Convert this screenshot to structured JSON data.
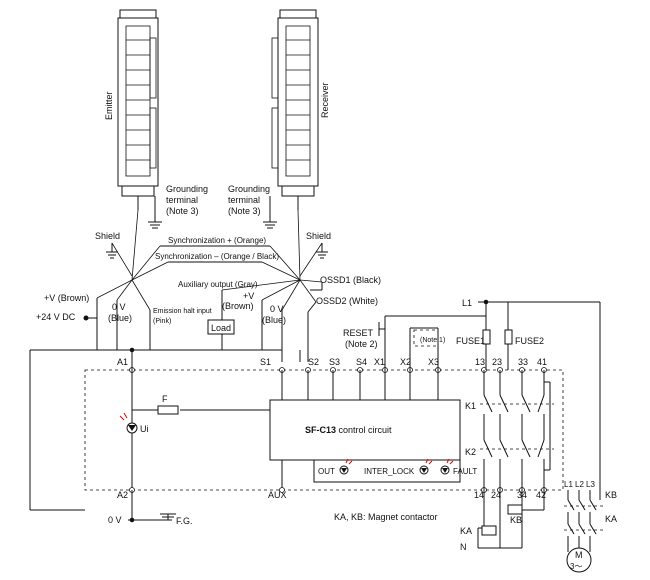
{
  "devices": {
    "emitter": "Emitter",
    "receiver": "Receiver"
  },
  "grounding": {
    "left_line1": "Grounding",
    "left_line2": "terminal",
    "left_line3": "(Note 3)",
    "right_line1": "Grounding",
    "right_line2": "terminal",
    "right_line3": "(Note 3)"
  },
  "shields": {
    "left": "Shield",
    "right": "Shield"
  },
  "cables": {
    "sync_plus": "Synchronization + (Orange)",
    "sync_minus": "Synchronization – (Orange / Black)",
    "aux_output": "Auxiliary output (Gray)",
    "ossd1": "OSSD1 (Black)",
    "ossd2": "OSSD2 (White)",
    "plus_v_brown_left": "+V (Brown)",
    "plus_v_brown_right_1": "+V",
    "plus_v_brown_right_2": "(Brown)",
    "zero_v_blue_left_1": "0 V",
    "zero_v_blue_left_2": "(Blue)",
    "zero_v_blue_right_1": "0 V",
    "zero_v_blue_right_2": "(Blue)",
    "emission_halt_1": "Emission halt input",
    "emission_halt_2": "(Pink)",
    "load": "Load",
    "supply": "+24 V DC"
  },
  "terminals": {
    "A1": "A1",
    "A2": "A2",
    "S1": "S1",
    "S2": "S2",
    "S3": "S3",
    "S4": "S4",
    "X1": "X1",
    "X2": "X2",
    "X3": "X3",
    "AUX": "AUX",
    "t13": "13",
    "t23": "23",
    "t33": "33",
    "t41": "41",
    "t14": "14",
    "t24": "24",
    "t34": "34",
    "t42": "42"
  },
  "controller": {
    "title_bold": "SF-C13",
    "title_rest": " control circuit",
    "fuse_f": "F",
    "ui": "Ui",
    "out": "OUT",
    "inter_lock": "INTER_LOCK",
    "fault": "FAULT"
  },
  "labels": {
    "reset": "RESET",
    "reset_note": "(Note 2)",
    "note1": "(Note 1)",
    "fuse1": "FUSE1",
    "fuse2": "FUSE2",
    "l1": "L1",
    "n": "N",
    "k1": "K1",
    "k2": "K2",
    "l1_phase": "L1",
    "l2_phase": "L2",
    "l3_phase": "L3",
    "kb_top": "KB",
    "kb_coil": "KB",
    "ka_coil": "KA",
    "ka_contact": "KA",
    "contactor_note": "KA, KB: Magnet contactor",
    "motor_m": "M",
    "motor_phase": "3～",
    "zero_v_bottom": "0 V",
    "fg": "F.G."
  }
}
